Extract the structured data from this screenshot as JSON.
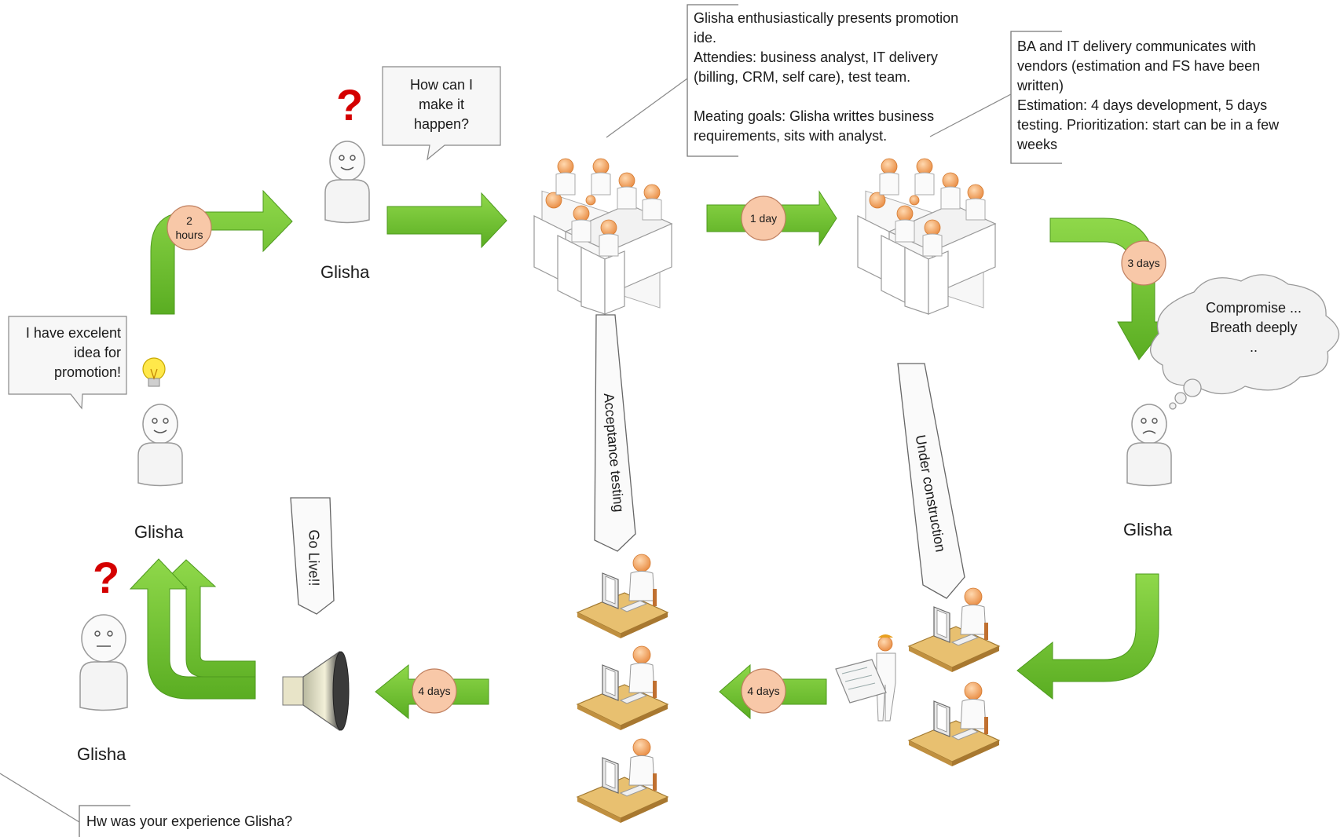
{
  "people": {
    "glisha_idea": "Glisha",
    "glisha_top": "Glisha",
    "glisha_right": "Glisha",
    "glisha_end": "Glisha"
  },
  "speech": {
    "idea": "I have excelent\nidea for\npromotion!",
    "how": "How can I\nmake it\nhappen?"
  },
  "callouts": {
    "meeting": "Glisha enthusiastically presents promotion\nide.\nAttendies: business analyst, IT delivery\n(billing, CRM, self care), test team.\n\nMeating goals: Glisha writtes business\nrequirements, sits with analyst.",
    "vendors": "BA and IT delivery communicates with\nvendors (estimation and FS have been\nwritten)\nEstimation: 4 days development, 5 days\ntesting. Prioritization: start can be in a few\nweeks",
    "experience": "Hw was your experience Glisha?"
  },
  "thought": "Compromise ...\nBreath deeply\n..",
  "durations": {
    "d1": "2\nhours",
    "d2": "1 day",
    "d3": "3 days",
    "d4": "4 days",
    "d5": "4 days"
  },
  "phases": {
    "acceptance": "Acceptance testing",
    "construction": "Under construction",
    "golive": "Go Live!!"
  },
  "marks": {
    "question": "?"
  },
  "colors": {
    "arrow_green": "#6cc02e",
    "circle_fill": "#f8c8a8",
    "question_red": "#d40000",
    "person_head": "#f0a060",
    "desk": "#e0b060"
  }
}
